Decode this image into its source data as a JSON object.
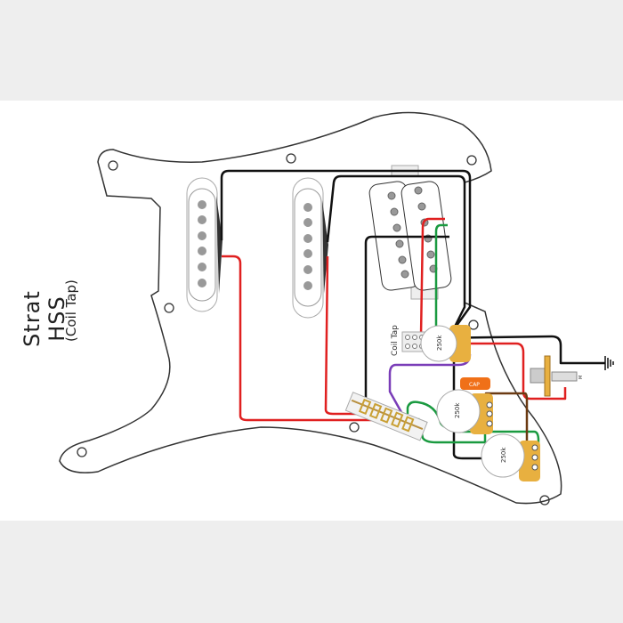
{
  "diagram": {
    "title": "Strat HSS",
    "subtitle": "(Coil Tap)",
    "labels": {
      "coil_tap": "Coil Tap",
      "pot_volume": "250k",
      "pot_tone_1": "250k",
      "pot_tone_2": "250k",
      "capacitor": "CAP",
      "jack": "M"
    },
    "colors": {
      "hot_wire": "#e02020",
      "ground_wire": "#111111",
      "green_wire": "#1a9a40",
      "purple_wire": "#7a3db8",
      "brown_wire": "#6b3a12",
      "pot_lug": "#e8b040",
      "cap": "#f07018"
    }
  }
}
